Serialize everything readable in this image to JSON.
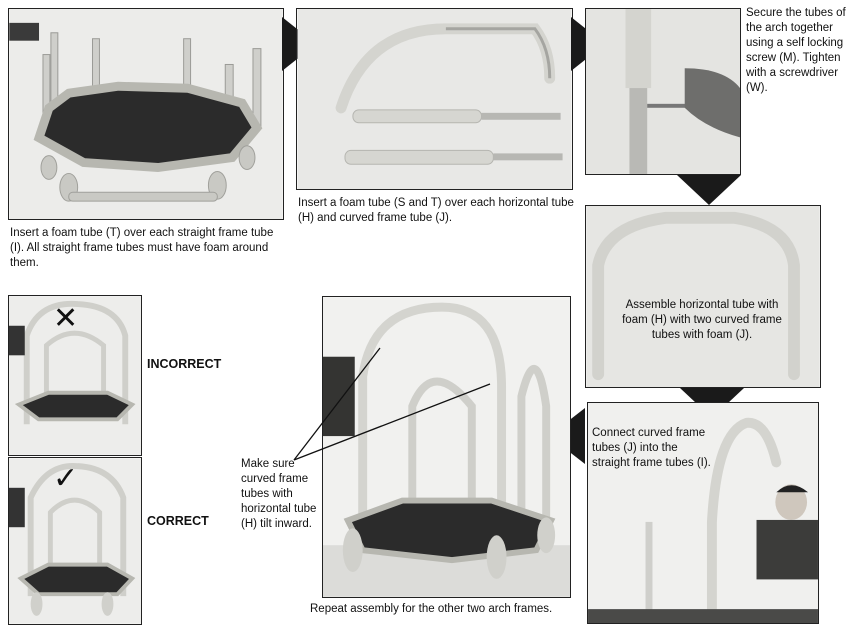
{
  "steps": {
    "step1_caption": "Insert a foam tube (T) over each straight frame tube (I). All straight frame tubes must have foam around them.",
    "step2_caption": "Insert a foam tube (S and T) over each horizontal tube (H) and curved frame tube (J).",
    "step3_caption": "Secure the tubes of the arch together using a self locking screw (M). Tighten with a screwdriver (W).",
    "step4_caption": "Assemble horizontal tube with foam (H) with two curved frame tubes with foam (J).",
    "step5_caption": "Connect curved frame tubes (J) into the straight frame tubes (I).",
    "step6_caption": "Repeat assembly for the other two arch frames.",
    "tilt_note": "Make sure curved frame tubes with horizontal tube (H) tilt inward."
  },
  "compare": {
    "incorrect_label": "INCORRECT",
    "correct_label": "CORRECT",
    "incorrect_mark": "✕",
    "correct_mark": "✓"
  },
  "colors": {
    "arrow": "#1a1a1a",
    "mat": "#2b2b2b",
    "frame_pad": "#b7b7b0",
    "tube": "#d9d9d4"
  }
}
